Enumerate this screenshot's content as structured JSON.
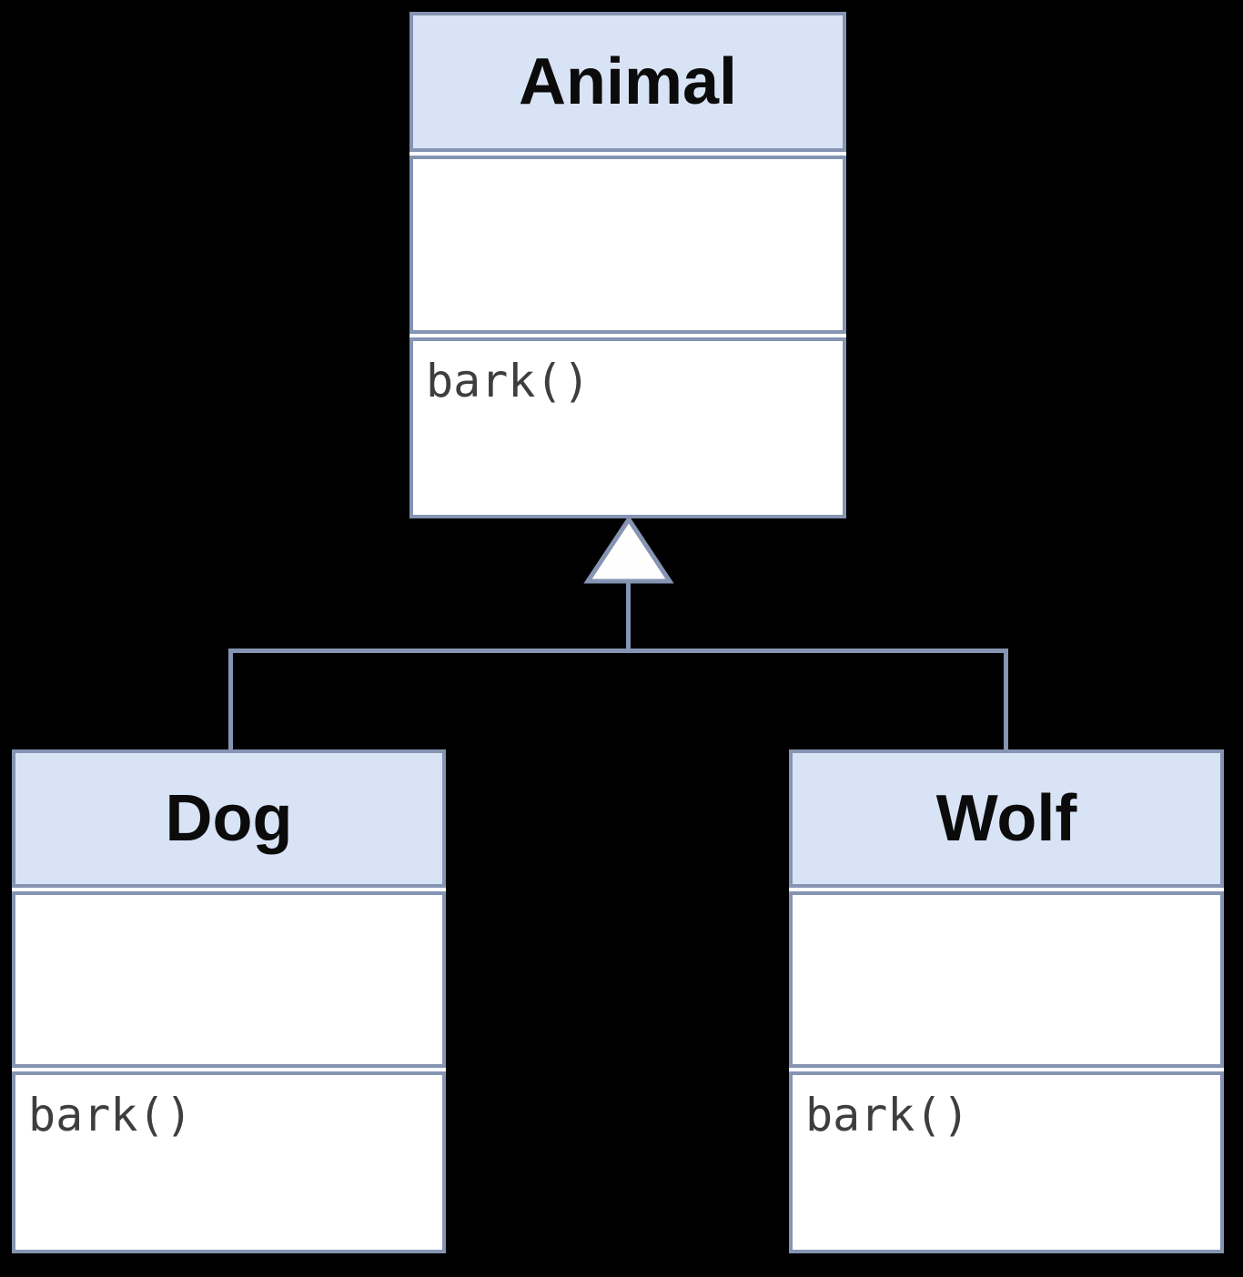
{
  "diagram": {
    "background_color": "#000000",
    "box_border_color": "#8594b2",
    "header_fill_color": "#d8e4f6",
    "body_fill_color": "#ffffff",
    "title_text_color": "#0b0b0b",
    "method_text_color": "#3e3e3e",
    "classes": [
      {
        "name": "Animal",
        "attributes_text": "",
        "methods_text": "bark()"
      },
      {
        "name": "Dog",
        "attributes_text": "",
        "methods_text": "bark()"
      },
      {
        "name": "Wolf",
        "attributes_text": "",
        "methods_text": "bark()"
      }
    ],
    "relations": [
      {
        "type": "inheritance",
        "from": "Dog",
        "to": "Animal"
      },
      {
        "type": "inheritance",
        "from": "Wolf",
        "to": "Animal"
      }
    ]
  }
}
